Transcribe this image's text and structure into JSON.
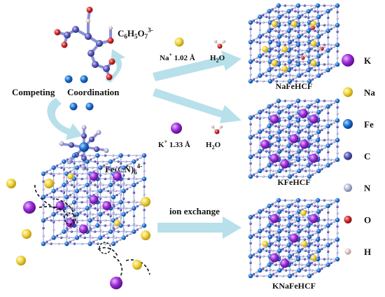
{
  "labels": {
    "citrate_base": "C",
    "citrate_sub1": "6",
    "citrate_mid1": "H",
    "citrate_sub2": "5",
    "citrate_mid2": "O",
    "citrate_sub3": "7",
    "citrate_sup": "3-",
    "competing": "Competing",
    "coordination": "Coordination",
    "fecn_main": "Fe(CN)",
    "fecn_sub": "6",
    "fecn_sup": "4-",
    "na_ion_main": "Na",
    "na_ion_sup": "+",
    "na_ion_rest": " 1.02 Å",
    "k_ion_main": "K",
    "k_ion_sup": "+",
    "k_ion_rest": " 1.33 Å",
    "water_main": "H",
    "water_sub": "2",
    "water_rest": "O",
    "ion_exchange": "ion exchange",
    "nafehcf": "NaFeHCF",
    "kfehcf": "KFeHCF",
    "knafehcf": "KNaFeHCF"
  },
  "legend": [
    {
      "label": "K",
      "color": "#9b2bd6"
    },
    {
      "label": "Na",
      "color": "#f0d23a"
    },
    {
      "label": "Fe",
      "color": "#1e6fd0"
    },
    {
      "label": "C",
      "color": "#5a5ab8"
    },
    {
      "label": "N",
      "color": "#b4b8d8"
    },
    {
      "label": "O",
      "color": "#d42a2a"
    },
    {
      "label": "H",
      "color": "#e8c8c8"
    }
  ],
  "colors": {
    "arrow": "#b7e0ea",
    "framework": "#2a6fd6",
    "bond": "#8a8fd8"
  }
}
